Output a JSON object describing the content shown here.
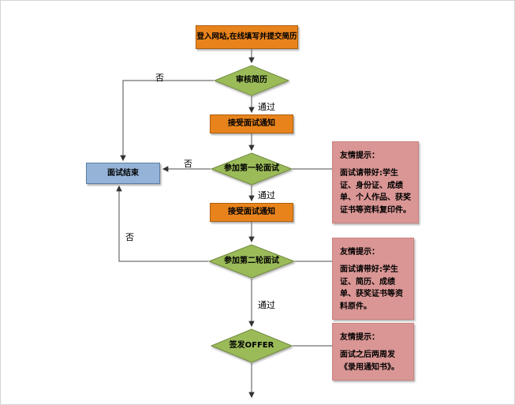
{
  "flowchart": {
    "nodes": {
      "start": "登入网站,在线填写并提交简历",
      "review": "审核简历",
      "notice1": "接受面试通知",
      "round1": "参加第一轮面试",
      "notice2": "接受面试通知",
      "round2": "参加第二轮面试",
      "offer": "签发OFFER",
      "end": "面试结束"
    },
    "edge_labels": {
      "pass": "通过",
      "no": "否"
    },
    "notes": [
      {
        "title": "友情提示：",
        "body": "面试请带好:学生证、身份证、成绩单、个人作品、获奖证书等资料复印件。"
      },
      {
        "title": "友情提示：",
        "body": "面试请带好:学生证、简历、成绩单、获奖证书等资料原件。"
      },
      {
        "title": "友情提示：",
        "body": "面试之后两周发《录用通知书》。"
      }
    ],
    "colors": {
      "process_fill": "#E8831C",
      "process_border": "#AE5F0D",
      "decision_fill": "#9BBB59",
      "decision_border": "#71893F",
      "end_fill": "#95B3D7",
      "end_border": "#5B7FA8",
      "note_fill": "#D99694",
      "note_border": "#CB8380",
      "connector": "#4D4D4D"
    }
  }
}
